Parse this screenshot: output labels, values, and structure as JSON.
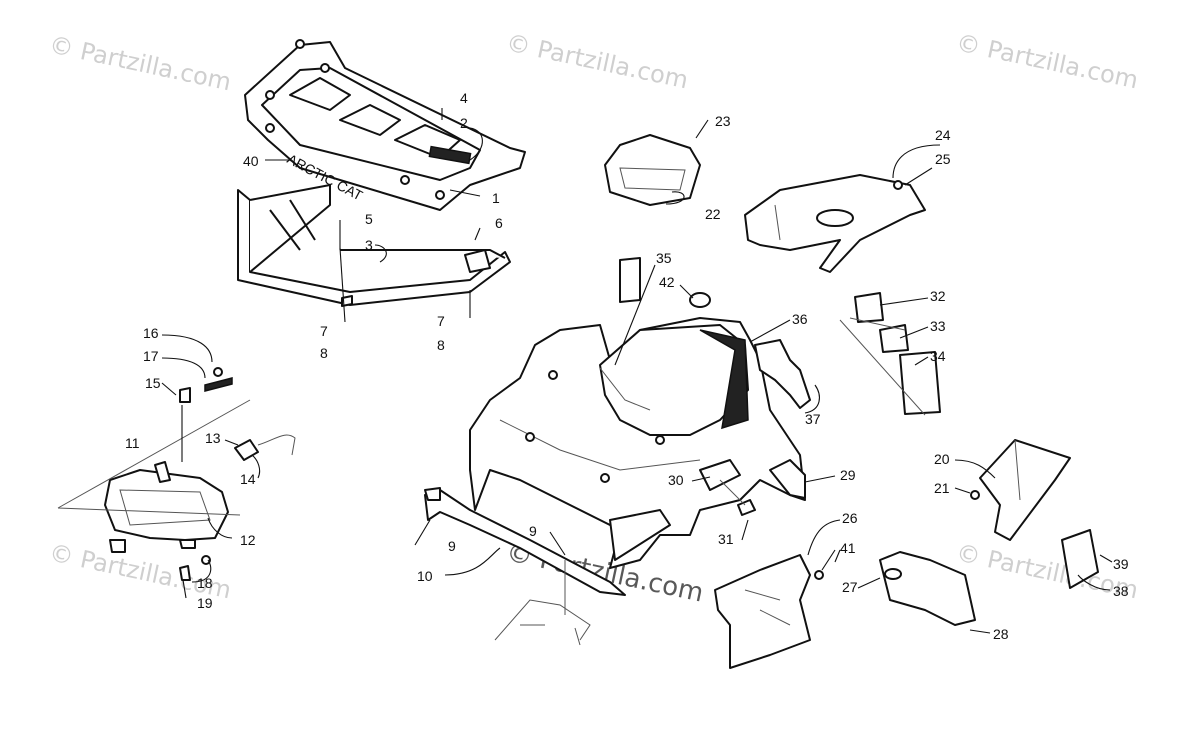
{
  "watermark": "© Partzilla.com",
  "callouts": [
    {
      "id": "c1",
      "label": "1"
    },
    {
      "id": "c2",
      "label": "2"
    },
    {
      "id": "c3",
      "label": "3"
    },
    {
      "id": "c4",
      "label": "4"
    },
    {
      "id": "c5",
      "label": "5"
    },
    {
      "id": "c6",
      "label": "6"
    },
    {
      "id": "c7a",
      "label": "7"
    },
    {
      "id": "c7b",
      "label": "7"
    },
    {
      "id": "c8a",
      "label": "8"
    },
    {
      "id": "c8b",
      "label": "8"
    },
    {
      "id": "c9a",
      "label": "9"
    },
    {
      "id": "c9b",
      "label": "9"
    },
    {
      "id": "c10",
      "label": "10"
    },
    {
      "id": "c11",
      "label": "11"
    },
    {
      "id": "c12",
      "label": "12"
    },
    {
      "id": "c13",
      "label": "13"
    },
    {
      "id": "c14",
      "label": "14"
    },
    {
      "id": "c15",
      "label": "15"
    },
    {
      "id": "c16",
      "label": "16"
    },
    {
      "id": "c17",
      "label": "17"
    },
    {
      "id": "c18",
      "label": "18"
    },
    {
      "id": "c19",
      "label": "19"
    },
    {
      "id": "c20",
      "label": "20"
    },
    {
      "id": "c21",
      "label": "21"
    },
    {
      "id": "c22",
      "label": "22"
    },
    {
      "id": "c23",
      "label": "23"
    },
    {
      "id": "c24",
      "label": "24"
    },
    {
      "id": "c25",
      "label": "25"
    },
    {
      "id": "c26",
      "label": "26"
    },
    {
      "id": "c27",
      "label": "27"
    },
    {
      "id": "c28",
      "label": "28"
    },
    {
      "id": "c29",
      "label": "29"
    },
    {
      "id": "c30",
      "label": "30"
    },
    {
      "id": "c31",
      "label": "31"
    },
    {
      "id": "c32",
      "label": "32"
    },
    {
      "id": "c33",
      "label": "33"
    },
    {
      "id": "c34",
      "label": "34"
    },
    {
      "id": "c35",
      "label": "35"
    },
    {
      "id": "c36",
      "label": "36"
    },
    {
      "id": "c37",
      "label": "37"
    },
    {
      "id": "c38",
      "label": "38"
    },
    {
      "id": "c39",
      "label": "39"
    },
    {
      "id": "c40",
      "label": "40"
    },
    {
      "id": "c41",
      "label": "41"
    },
    {
      "id": "c42",
      "label": "42"
    }
  ]
}
